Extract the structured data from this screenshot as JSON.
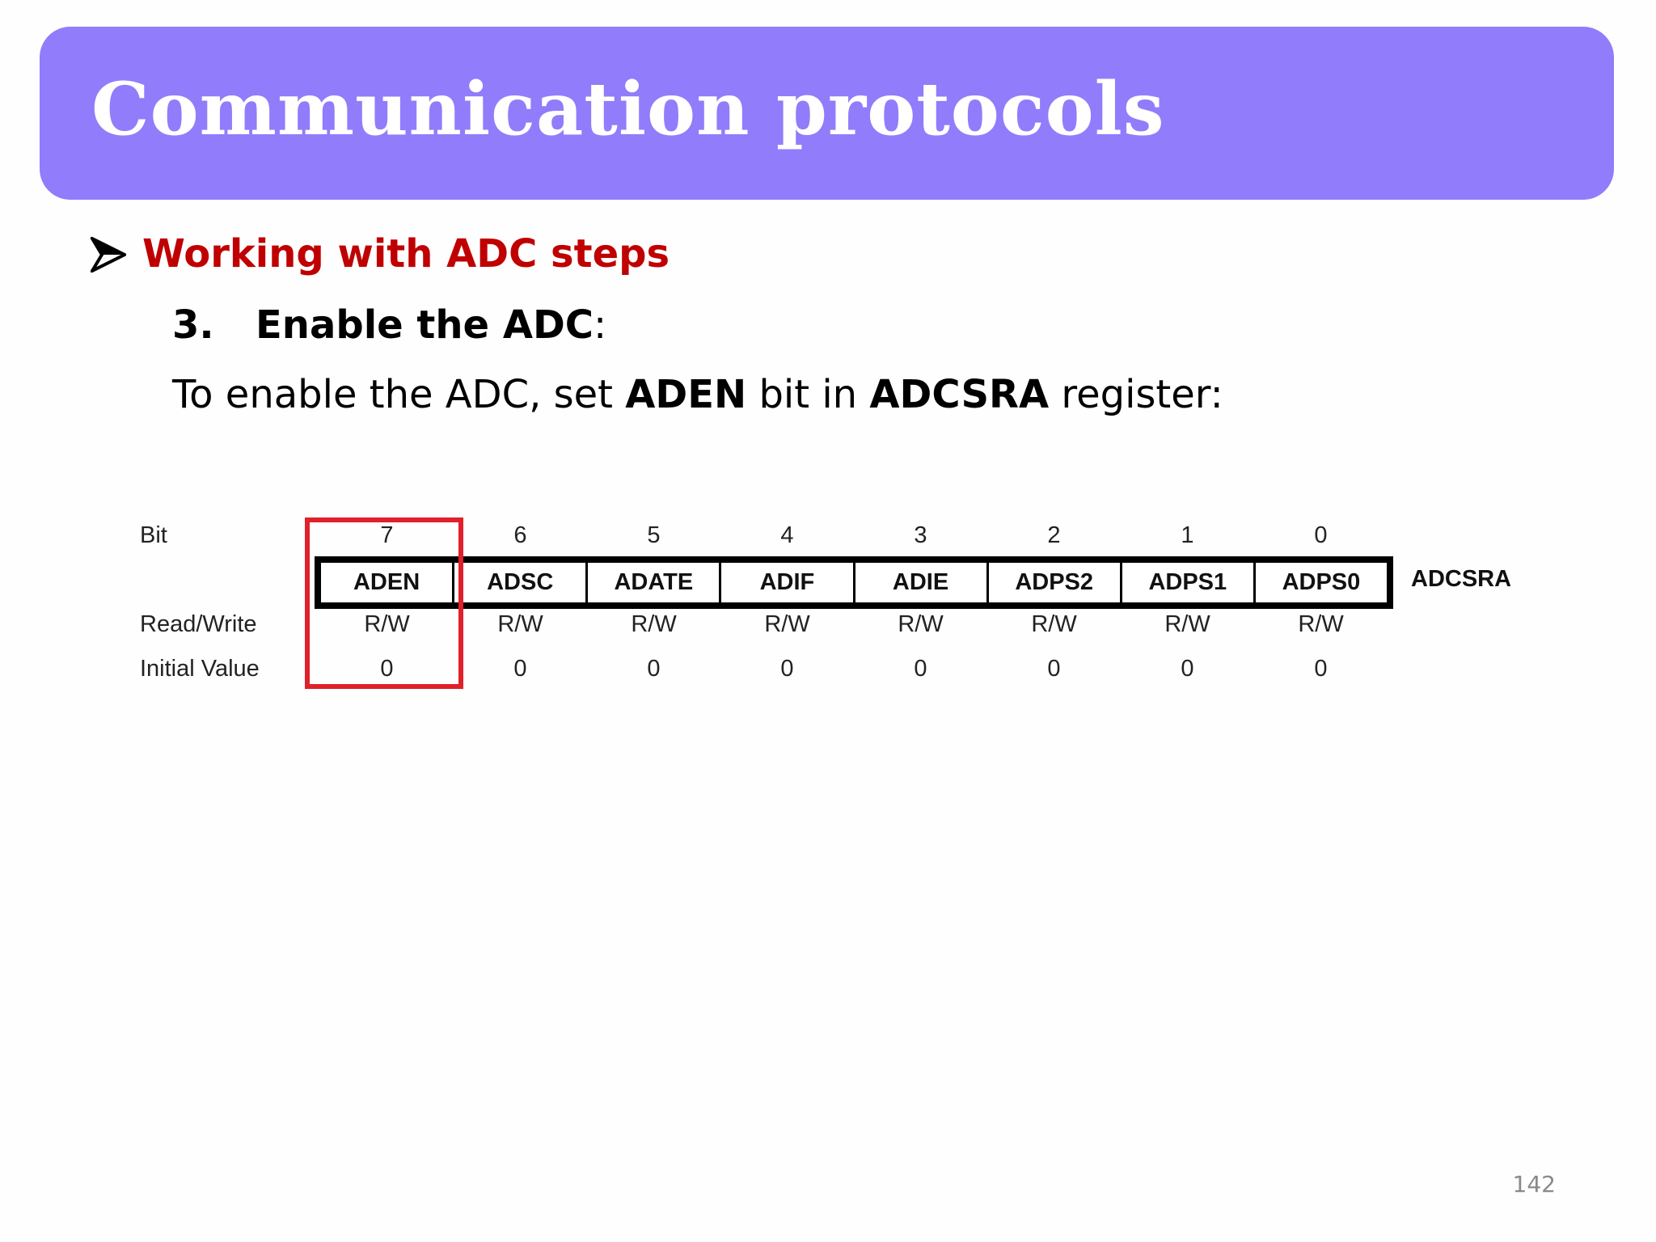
{
  "slide": {
    "title": "Communication protocols",
    "bullet": "Working with ADC steps",
    "step": {
      "number": "3.",
      "label_bold": "Enable the ADC",
      "label_suffix": ":"
    },
    "description": {
      "part1": "To enable the ADC, set ",
      "bold1": "ADEN",
      "part2": " bit in ",
      "bold2": "ADCSRA",
      "part3": " register:"
    },
    "page_number": "142"
  },
  "register": {
    "name": "ADCSRA",
    "row_labels": {
      "bit": "Bit",
      "read_write": "Read/Write",
      "initial_value": "Initial Value"
    },
    "bits": [
      {
        "bit": "7",
        "name": "ADEN",
        "rw": "R/W",
        "init": "0"
      },
      {
        "bit": "6",
        "name": "ADSC",
        "rw": "R/W",
        "init": "0"
      },
      {
        "bit": "5",
        "name": "ADATE",
        "rw": "R/W",
        "init": "0"
      },
      {
        "bit": "4",
        "name": "ADIF",
        "rw": "R/W",
        "init": "0"
      },
      {
        "bit": "3",
        "name": "ADIE",
        "rw": "R/W",
        "init": "0"
      },
      {
        "bit": "2",
        "name": "ADPS2",
        "rw": "R/W",
        "init": "0"
      },
      {
        "bit": "1",
        "name": "ADPS1",
        "rw": "R/W",
        "init": "0"
      },
      {
        "bit": "0",
        "name": "ADPS0",
        "rw": "R/W",
        "init": "0"
      }
    ],
    "highlighted_bit": "ADEN",
    "highlight_color": "#e0202a"
  },
  "colors": {
    "banner": "#917cfb",
    "bullet_text": "#c00000"
  }
}
